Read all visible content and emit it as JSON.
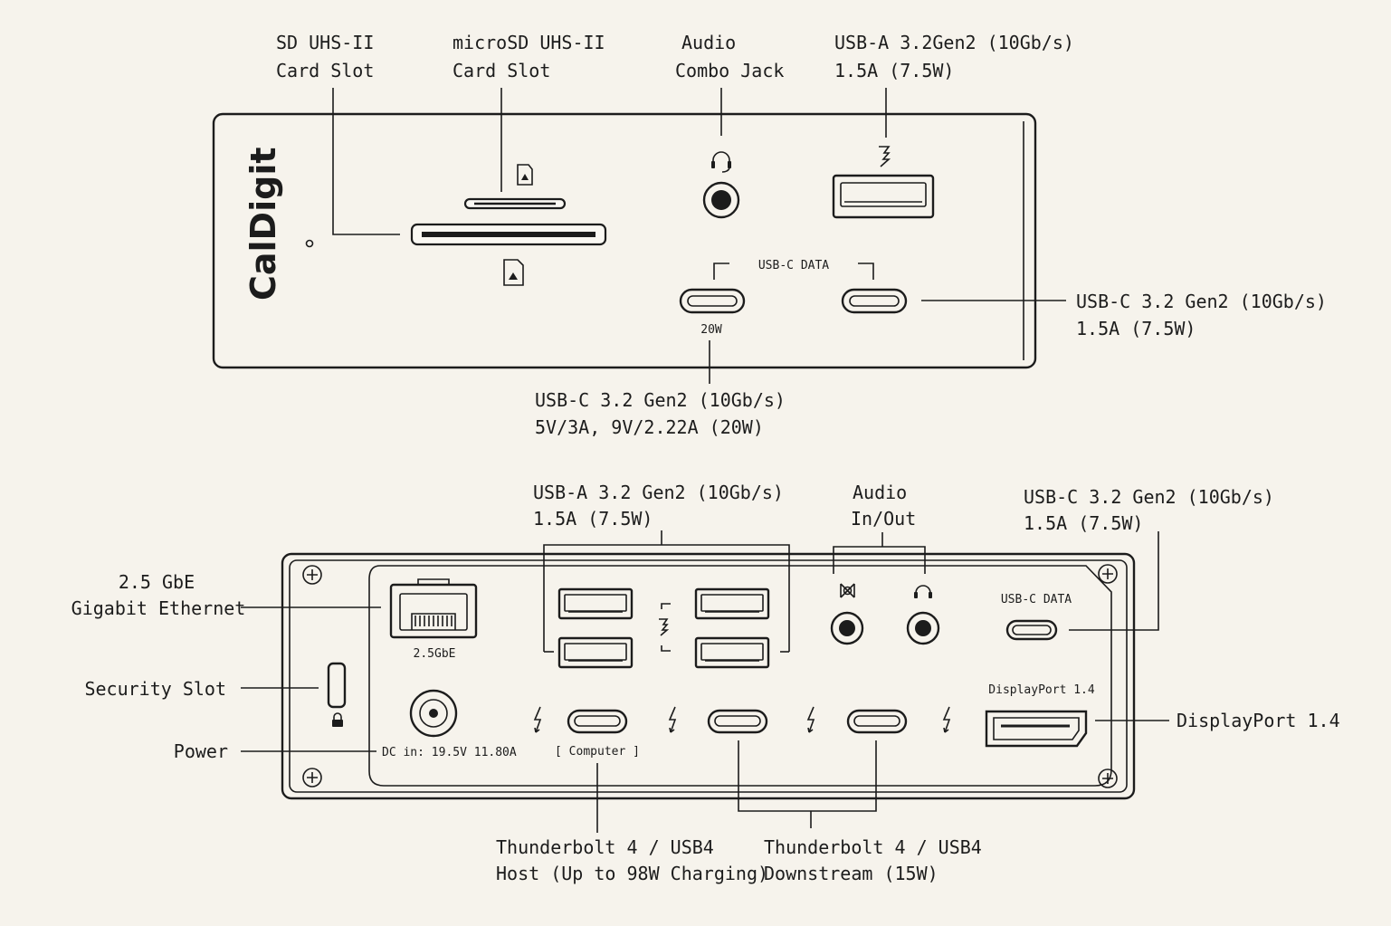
{
  "brand": "CalDigit",
  "front": {
    "sd_slot": [
      "SD UHS-II",
      "Card Slot"
    ],
    "microsd_slot": [
      "microSD UHS-II",
      "Card Slot"
    ],
    "audio_combo": [
      "Audio",
      "Combo Jack"
    ],
    "usb_a": [
      "USB-A 3.2Gen2 (10Gb/s)",
      "1.5A (7.5W)"
    ],
    "usbc_group_label": "USB-C DATA",
    "usbc_left_power": "20W",
    "usbc_left_callout": [
      "USB-C  3.2 Gen2 (10Gb/s)",
      "5V/3A, 9V/2.22A (20W)"
    ],
    "usbc_right_callout": [
      "USB-C  3.2 Gen2 (10Gb/s)",
      "1.5A (7.5W)"
    ]
  },
  "rear": {
    "usb_a": [
      "USB-A  3.2 Gen2 (10Gb/s)",
      "1.5A (7.5W)"
    ],
    "audio": [
      "Audio",
      "In/Out"
    ],
    "usbc": [
      "USB-C  3.2 Gen2 (10Gb/s)",
      "1.5A (7.5W)"
    ],
    "ethernet": [
      "2.5 GbE",
      "Gigabit Ethernet"
    ],
    "ethernet_port_label": "2.5GbE",
    "security_slot": "Security Slot",
    "power": "Power",
    "dc_in": "DC in: 19.5V 11.80A",
    "computer_label": "[ Computer ]",
    "usbc_data_label": "USB-C DATA",
    "displayport_port_label": "DisplayPort 1.4",
    "displayport": "DisplayPort 1.4",
    "tb_host": [
      "Thunderbolt 4 / USB4",
      "Host (Up to 98W Charging)"
    ],
    "tb_downstream": [
      "Thunderbolt 4 / USB4",
      "Downstream (15W)"
    ]
  }
}
